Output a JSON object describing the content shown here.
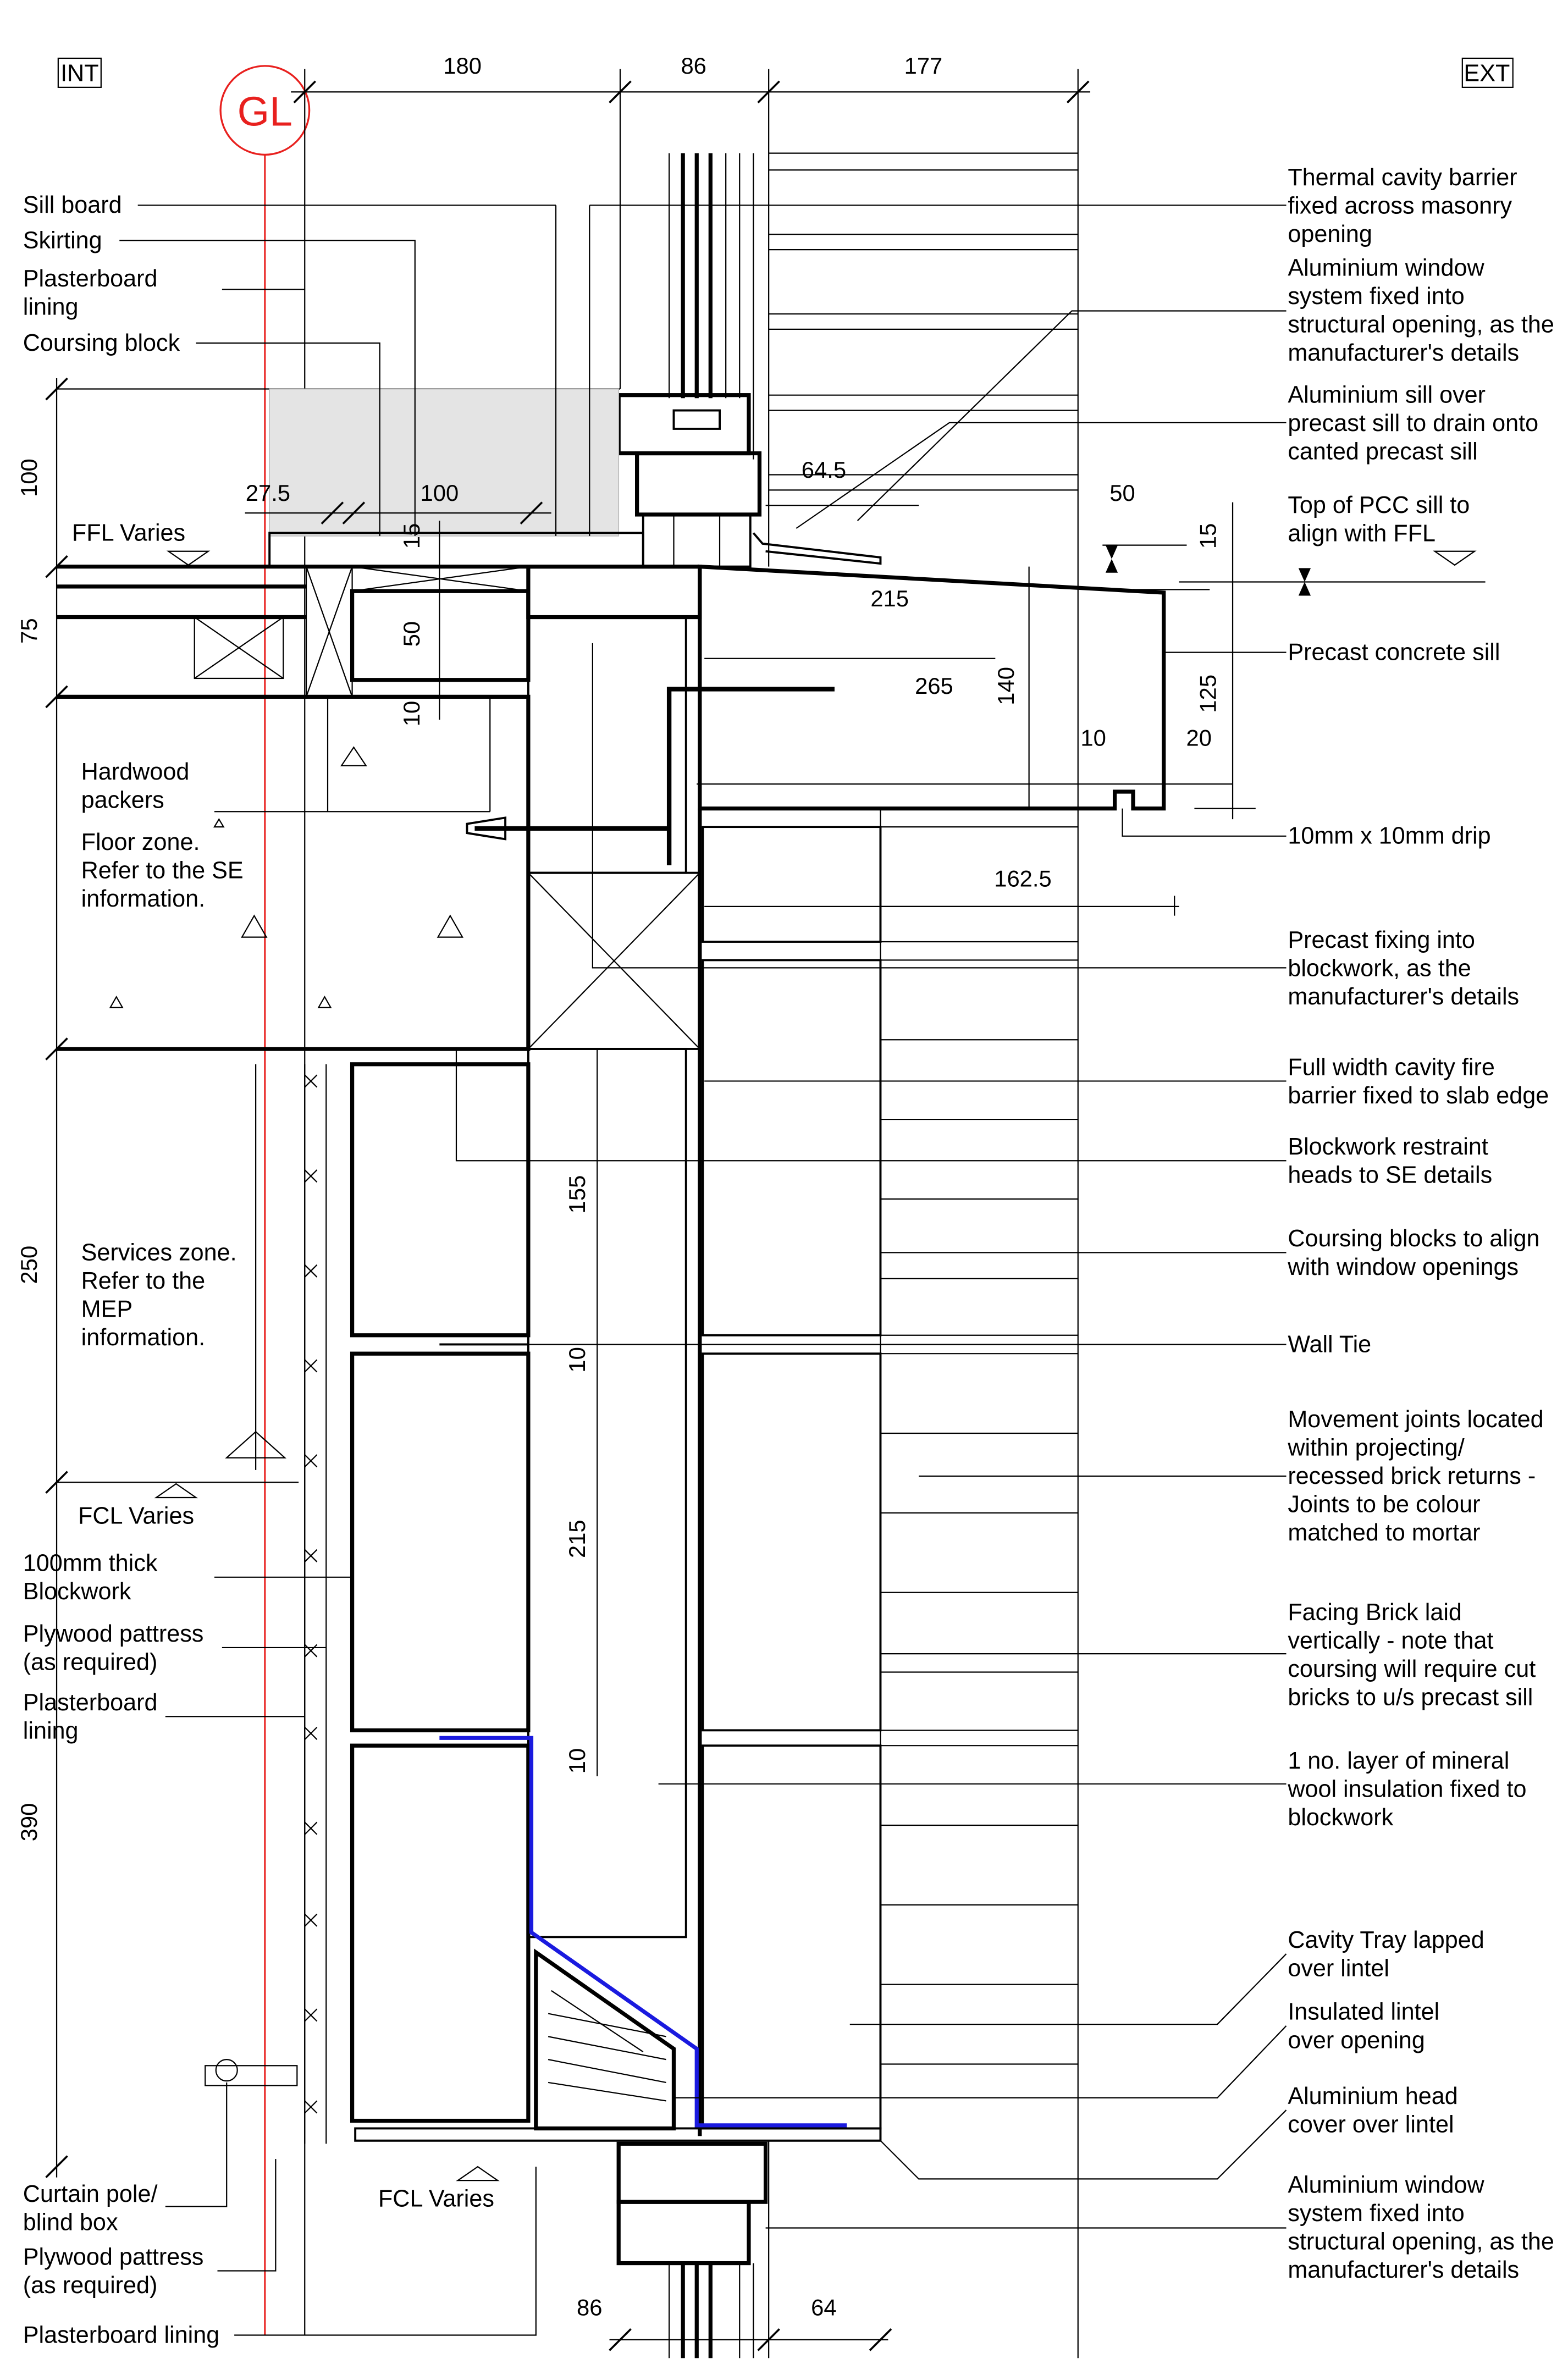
{
  "tags": {
    "interior": "INT",
    "exterior": "EXT",
    "grid_line": "GL"
  },
  "colors": {
    "grid_line": "#e8201e",
    "cavity_tray": "#1a1adf",
    "plaster": "#e4e4e4"
  },
  "top_dims": [
    "180",
    "86",
    "177"
  ],
  "left_dims": [
    "100",
    "75",
    "250",
    "390"
  ],
  "inner_dims": {
    "a": "27.5",
    "b": "100",
    "c": "15",
    "d": "50",
    "e": "10",
    "f": "64.5",
    "g": "215",
    "h": "265",
    "i": "140",
    "j": "50",
    "k": "15",
    "l": "125",
    "m": "20",
    "n": "10",
    "o": "162.5",
    "p": "155",
    "q": "10",
    "r": "215",
    "s": "10",
    "t": "86",
    "u": "64"
  },
  "labels_left": {
    "sill_board": "Sill board",
    "skirting": "Skirting",
    "plasterboard_top": [
      "Plasterboard",
      "lining"
    ],
    "coursing_block": "Coursing block",
    "ffl": "FFL Varies",
    "hardwood": [
      "Hardwood",
      "packers"
    ],
    "floor_zone": [
      "Floor zone.",
      "Refer to the SE",
      "information."
    ],
    "services_zone": [
      "Services zone.",
      "Refer to the",
      "MEP",
      "information."
    ],
    "fcl_1": "FCL Varies",
    "blockwork": [
      "100mm thick",
      "Blockwork"
    ],
    "plywood_1": [
      "Plywood pattress",
      "(as required)"
    ],
    "plasterboard_mid": [
      "Plasterboard",
      "lining"
    ],
    "curtain": [
      "Curtain pole/",
      "blind box"
    ],
    "plywood_2": [
      "Plywood pattress",
      "(as required)"
    ],
    "plasterboard_bottom": "Plasterboard lining",
    "fcl_2": "FCL Varies"
  },
  "labels_right": [
    [
      "Thermal cavity barrier",
      "fixed across masonry",
      "opening"
    ],
    [
      "Aluminium window",
      "system fixed into",
      "structural opening, as the",
      "manufacturer's details"
    ],
    [
      "Aluminium sill over",
      "precast sill to drain onto",
      "canted precast sill"
    ],
    [
      "Top of PCC sill to",
      "align with FFL"
    ],
    [
      "Precast concrete sill"
    ],
    [
      "10mm x 10mm drip"
    ],
    [
      "Precast fixing into",
      "blockwork, as the",
      "manufacturer's details"
    ],
    [
      "Full width cavity fire",
      "barrier fixed to slab edge"
    ],
    [
      "Blockwork restraint",
      "heads to SE details"
    ],
    [
      "Coursing blocks to align",
      "with window openings"
    ],
    [
      "Wall Tie"
    ],
    [
      "Movement joints located",
      "within projecting/",
      "recessed brick returns -",
      "Joints to be colour",
      "matched to mortar"
    ],
    [
      "Facing Brick laid",
      "vertically - note that",
      "coursing will require cut",
      "bricks to u/s precast sill"
    ],
    [
      "1 no. layer of mineral",
      "wool insulation fixed to",
      "blockwork"
    ],
    [
      "Cavity Tray lapped",
      "over lintel"
    ],
    [
      "Insulated lintel",
      "over opening"
    ],
    [
      "Aluminium head",
      "cover over lintel"
    ],
    [
      "Aluminium window",
      "system fixed into",
      "structural opening, as the",
      "manufacturer's details"
    ]
  ]
}
